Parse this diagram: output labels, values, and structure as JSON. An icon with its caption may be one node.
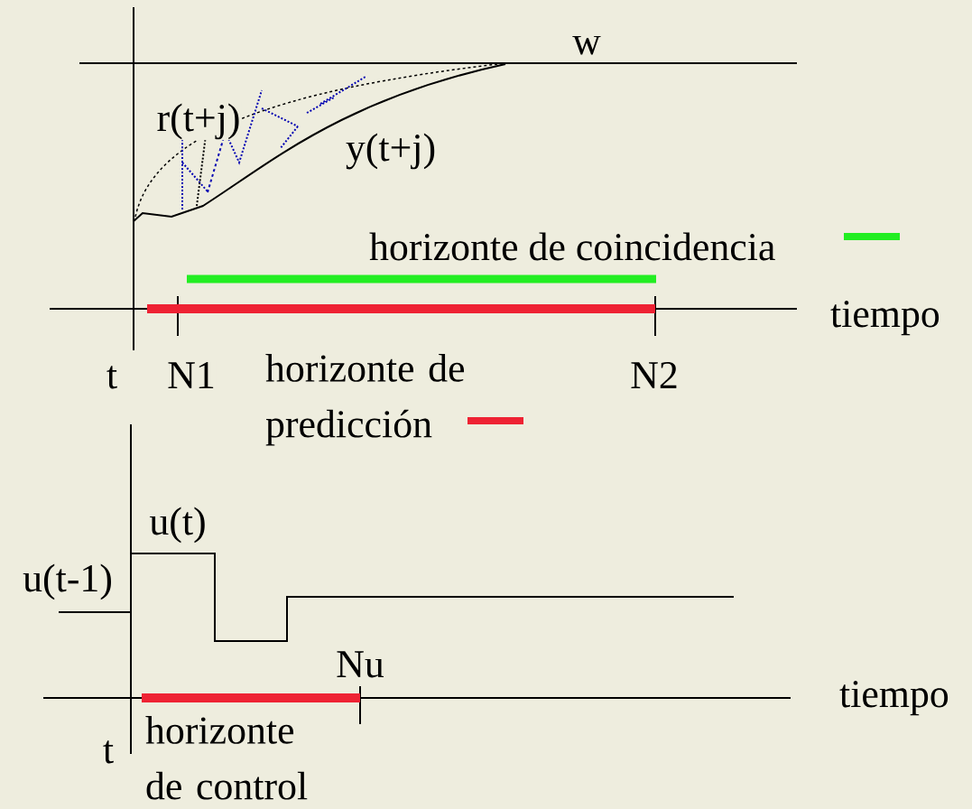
{
  "diagram": {
    "labels": [
      "w",
      "r(t+j)",
      "y(t+j)",
      "tiempo",
      "t",
      "N1",
      "N2",
      "u(t)",
      "u(t-1)",
      "Nu",
      "tiempo",
      "t",
      "horizonte de control"
    ],
    "legend": [
      {
        "text": "horizonte de coincidencia",
        "color": "#22ee22"
      },
      {
        "text": "horizonte de predicción",
        "color": "#ee2233"
      }
    ]
  }
}
